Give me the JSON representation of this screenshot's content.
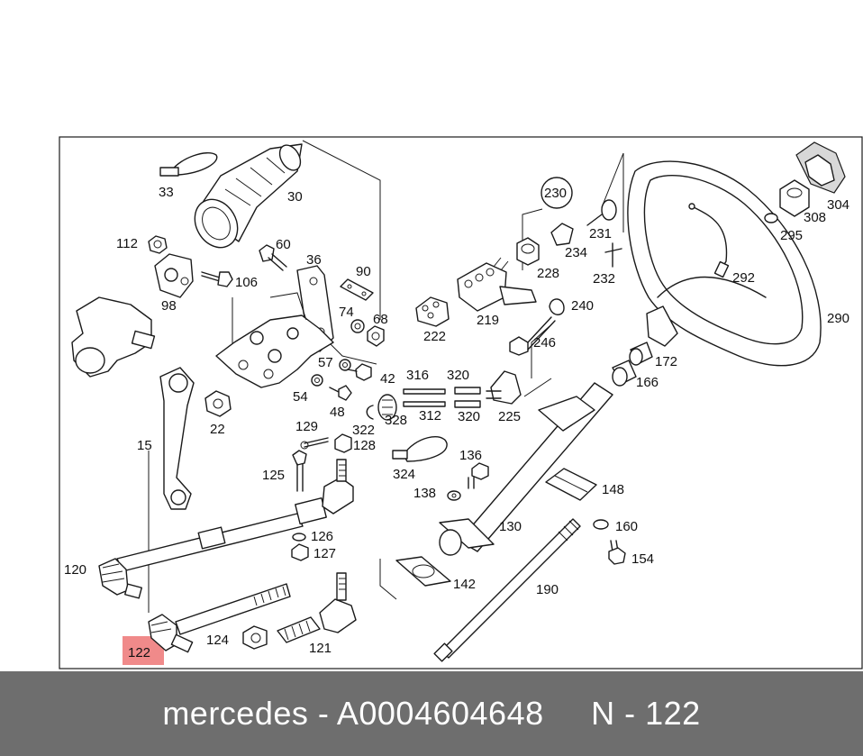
{
  "labels": {
    "l33": "33",
    "l30": "30",
    "l112": "112",
    "l60": "60",
    "l36": "36",
    "l90": "90",
    "l106": "106",
    "l98": "98",
    "l74": "74",
    "l68": "68",
    "l57": "57",
    "l42": "42",
    "l54": "54",
    "l48": "48",
    "l22": "22",
    "l15": "15",
    "l129": "129",
    "l128": "128",
    "l322": "322",
    "l328": "328",
    "l125": "125",
    "l126": "126",
    "l127": "127",
    "l120": "120",
    "l122": "122",
    "l124": "124",
    "l121": "121",
    "l316": "316",
    "l320a": "320",
    "l312": "312",
    "l320b": "320",
    "l225": "225",
    "l324": "324",
    "l136": "136",
    "l138": "138",
    "l130": "130",
    "l142": "142",
    "l190": "190",
    "l148": "148",
    "l160": "160",
    "l154": "154",
    "l166": "166",
    "l172": "172",
    "l230": "230",
    "l231": "231",
    "l234": "234",
    "l232": "232",
    "l228": "228",
    "l240": "240",
    "l246": "246",
    "l219": "219",
    "l222": "222",
    "l292": "292",
    "l290": "290",
    "l304": "304",
    "l308": "308",
    "l295": "295"
  },
  "footer": {
    "text": "mercedes - A0004604648     N - 122"
  },
  "colors": {
    "highlight": "#f08a8a",
    "footer_bg": "#6e6e6e",
    "footer_text": "#ffffff"
  }
}
